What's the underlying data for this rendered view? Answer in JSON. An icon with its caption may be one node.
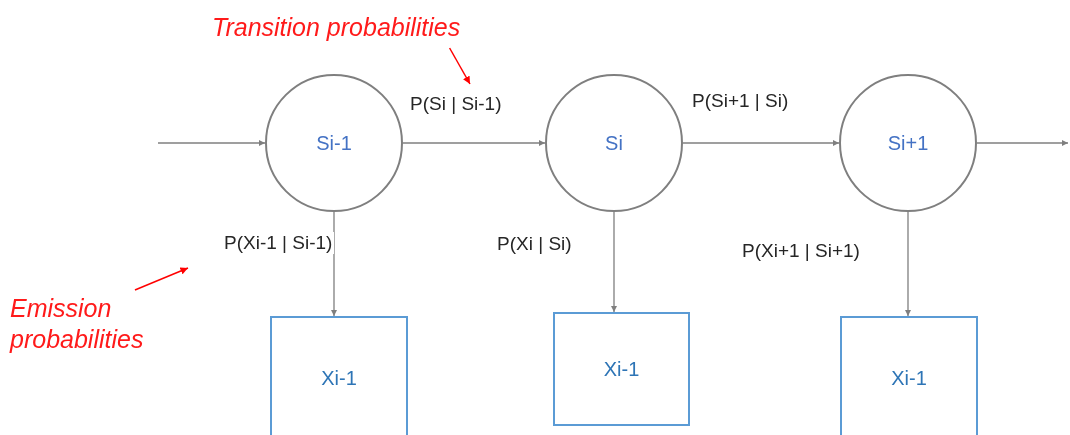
{
  "diagram": {
    "nodes": [
      {
        "text": [
          "Si-1"
        ]
      },
      {
        "text": [
          "Si"
        ]
      },
      {
        "text": [
          "Si+1"
        ]
      },
      {
        "text": [
          "Xi-1"
        ]
      },
      {
        "text": [
          "Xi-1"
        ]
      },
      {
        "text": [
          "Xi-1"
        ]
      },
      {
        "text": [
          "Transition probabilities"
        ]
      },
      {
        "text": [
          "Emission probabilities"
        ]
      }
    ],
    "edges": [
      {
        "from": null,
        "to": 0,
        "arrow": "to"
      },
      {
        "from": 0,
        "to": 1,
        "arrow": "to",
        "label": "P(Si | Si-1)"
      },
      {
        "from": 1,
        "to": 2,
        "arrow": "to",
        "label": "P(Si+1 | Si)"
      },
      {
        "from": 2,
        "to": null,
        "arrow": "to"
      },
      {
        "from": 0,
        "to": 3,
        "arrow": "to",
        "label": "P(Xi-1 | Si-1)"
      },
      {
        "from": 1,
        "to": 4,
        "arrow": "to",
        "label": "P(Xi | Si)"
      },
      {
        "from": 2,
        "to": 5,
        "arrow": "to",
        "label": "P(Xi+1 | Si+1)"
      },
      {
        "from": 6,
        "to": null,
        "arrow": "to",
        "color": "#ff0000"
      },
      {
        "from": 7,
        "to": null,
        "arrow": "to",
        "color": "#ff0000"
      }
    ]
  }
}
